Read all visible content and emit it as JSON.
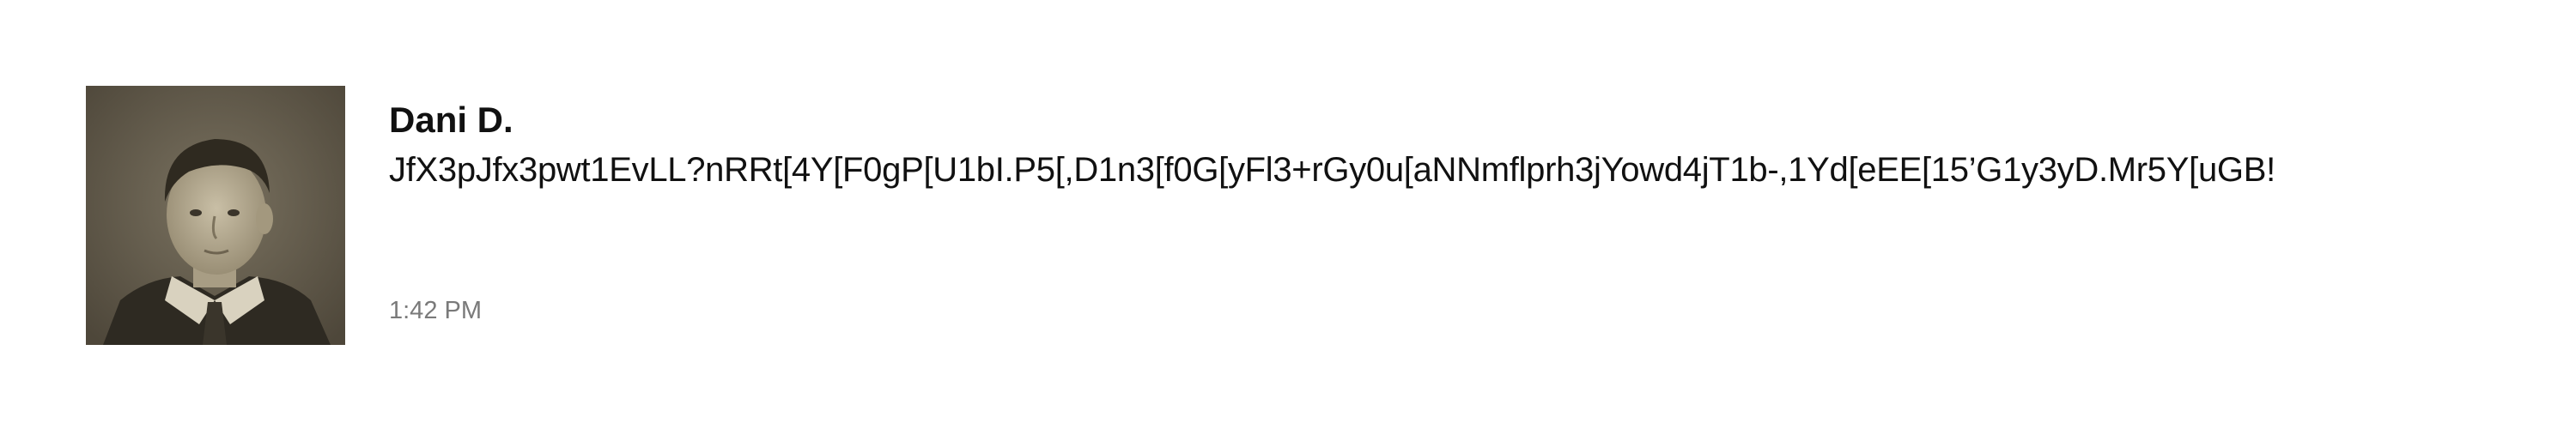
{
  "message": {
    "sender": "Dani D.",
    "text": "JfX3pJfx3pwt1EvLL?nRRt[4Y[F0gP[U1bI.P5[,D1n3[f0G[yFl3+rGy0u[aNNmflprh3jYowd4jT1b-,1Yd[eEE[15’G1y3yD.Mr5Y[uGB!",
    "time": "1:42 PM",
    "avatar": {
      "icon": "avatar-photo",
      "description_colors": {
        "sepia_dark": "#3e3a2f",
        "sepia_mid": "#6b6350",
        "sepia_light": "#b8ad93"
      }
    }
  }
}
